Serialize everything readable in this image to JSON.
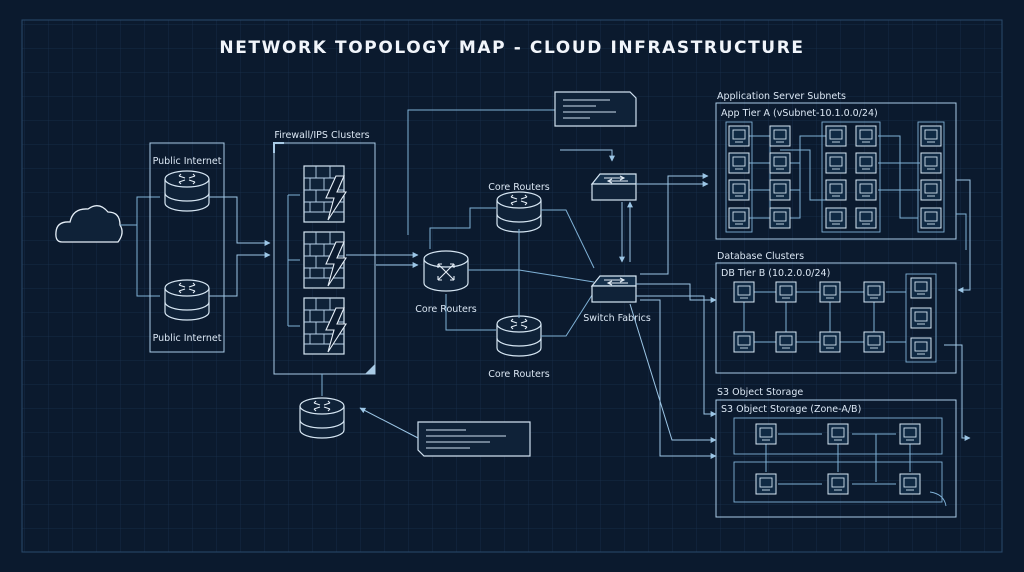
{
  "title": "NETWORK TOPOLOGY MAP - CLOUD INFRASTRUCTURE",
  "labels": {
    "public_internet_top": "Public Internet",
    "public_internet_bottom": "Public Internet",
    "firewall": "Firewall/IPS Clusters",
    "core_routers_top": "Core Routers",
    "core_routers_mid": "Core Routers",
    "core_routers_bottom": "Core Routers",
    "switch_fabrics": "Switch Fabrics",
    "app_subnets": "Application Server Subnets",
    "app_tier_a": "App Tier A (vSubnet-10.1.0.0/24)",
    "db_clusters": "Database Clusters",
    "db_tier_b": "DB Tier B (10.2.0.0/24)",
    "s3_storage": "S3 Object Storage",
    "s3_zone": "S3 Object Storage (Zone-A/B)"
  },
  "icons": {
    "cloud": "cloud-icon",
    "router": "router-icon",
    "firewall": "firewall-icon",
    "switch": "switch-icon",
    "server": "server-icon",
    "note": "note-icon"
  },
  "colors": {
    "background": "#0b1a2e",
    "grid": "#1a3350",
    "line": "#7fb1d6",
    "text": "#dbe7f4"
  }
}
